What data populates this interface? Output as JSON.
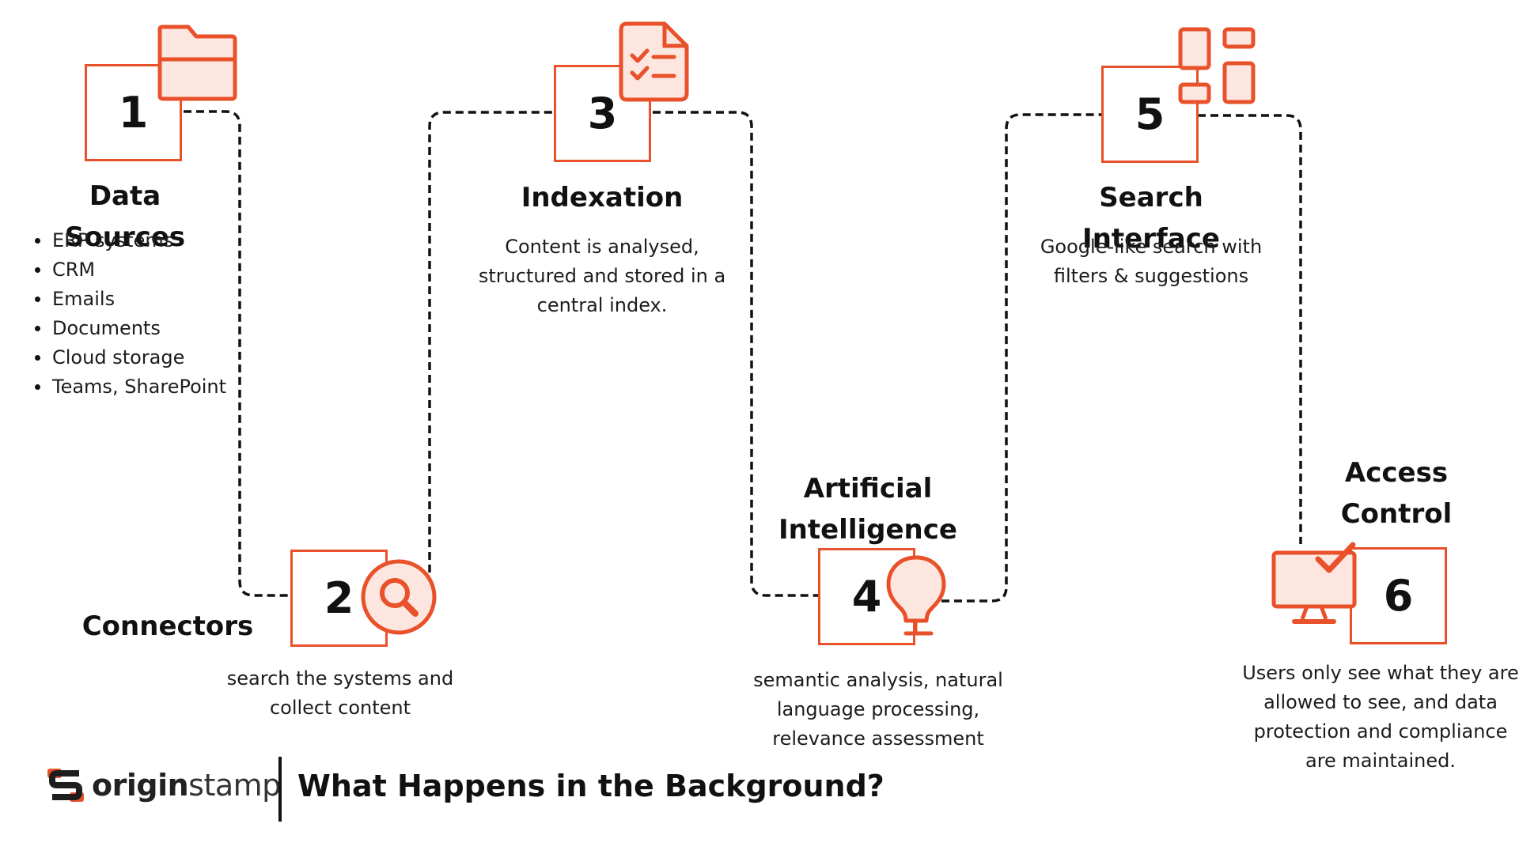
{
  "page_title": "What Happens in the Background?",
  "brand": {
    "name_part1": "origin",
    "name_part2": "stamp",
    "accent_color": "#e8512a"
  },
  "steps": [
    {
      "number": "1",
      "title": "Data Sources",
      "icon": "folder-icon",
      "bullets": [
        "ERP systems",
        "CRM",
        "Emails",
        "Documents",
        "Cloud storage",
        "Teams, SharePoint"
      ]
    },
    {
      "number": "2",
      "title": "Connectors",
      "icon": "magnifier-icon",
      "desc_lines": [
        "search the systems and",
        "collect content"
      ]
    },
    {
      "number": "3",
      "title": "Indexation",
      "icon": "checklist-document-icon",
      "desc_lines": [
        "Content is analysed,",
        "structured and stored in a",
        "central index."
      ]
    },
    {
      "number": "4",
      "title_lines": [
        "Artificial",
        "Intelligence"
      ],
      "icon": "lightbulb-icon",
      "desc_lines": [
        "semantic analysis, natural",
        "language processing,",
        "relevance assessment"
      ]
    },
    {
      "number": "5",
      "title": "Search Interface",
      "icon": "layout-grid-icon",
      "desc_lines": [
        "Google-like search with",
        "filters & suggestions"
      ]
    },
    {
      "number": "6",
      "title_lines": [
        "Access",
        "Control"
      ],
      "icon": "monitor-check-icon",
      "desc_lines": [
        "Users only see what they are",
        "allowed to see, and data",
        "protection and compliance",
        "are maintained."
      ]
    }
  ]
}
